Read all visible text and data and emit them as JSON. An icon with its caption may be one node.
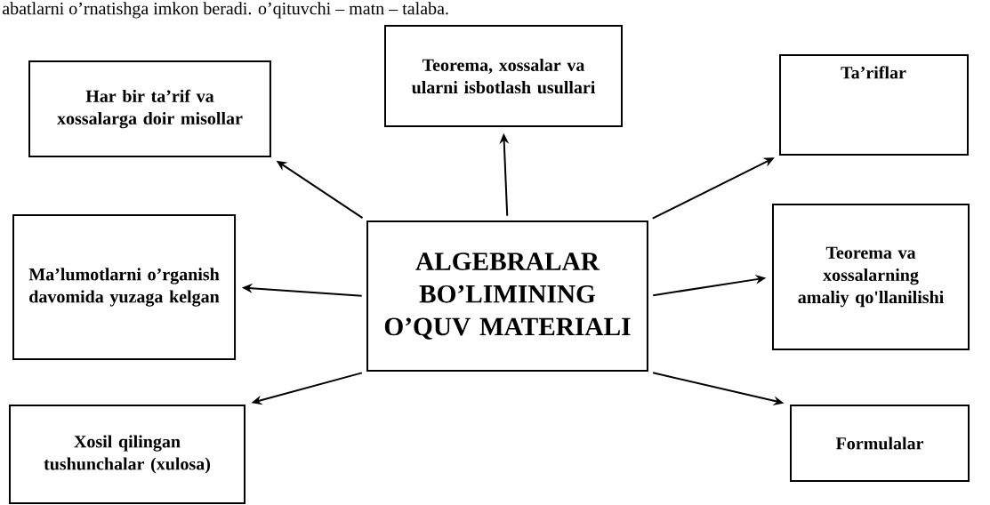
{
  "diagram": {
    "nodes": [
      {
        "text": [
          "Har bir ta’rif va xossalarga doir misollar"
        ]
      },
      {
        "text": [
          "Teorema, xossalar va ularni isbotlash usullari"
        ]
      },
      {
        "text": [
          "Ta’riflar"
        ]
      },
      {
        "text": [
          "Ma’lumotlarni o’rganish davomida yuzaga kelgan"
        ]
      },
      {
        "text": [
          "ALGEBRALAR BO’LIMINING O’QUV MATERIALI"
        ]
      },
      {
        "text": [
          "Teorema va xossalarning amaliy qo'llanilishi"
        ]
      },
      {
        "text": [
          "Xosil qilingan tushunchalar (xulosa)"
        ]
      },
      {
        "text": [
          "Formulalar"
        ]
      }
    ],
    "edges": [
      {
        "from": 4,
        "to": 0,
        "arrow": "to"
      },
      {
        "from": 4,
        "to": 1,
        "arrow": "to"
      },
      {
        "from": 4,
        "to": 2,
        "arrow": "to"
      },
      {
        "from": 4,
        "to": 3,
        "arrow": "to"
      },
      {
        "from": 4,
        "to": 5,
        "arrow": "to"
      },
      {
        "from": 4,
        "to": 6,
        "arrow": "to"
      },
      {
        "from": 4,
        "to": 7,
        "arrow": "to"
      }
    ],
    "labels": [
      "abatlarni o’rnatishga imkon beradi. o’qituvchi – matn – talaba."
    ]
  }
}
